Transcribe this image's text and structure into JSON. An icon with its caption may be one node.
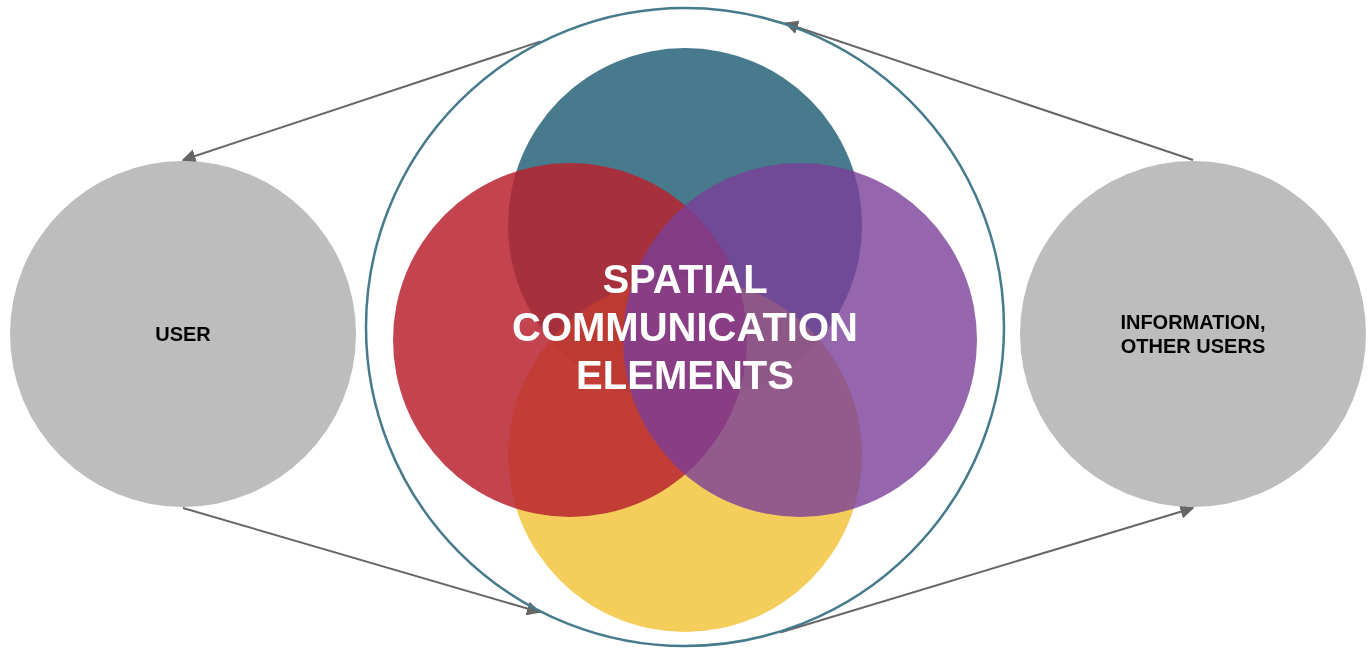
{
  "diagram": {
    "nodes": [
      {
        "text": [
          "USER"
        ]
      },
      {
        "text": [
          "SPATIAL COMMUNICATION ELEMENTS"
        ]
      },
      {
        "text": [
          "INFORMATION, OTHER USERS"
        ]
      }
    ],
    "edges": [
      {
        "from": 1,
        "to": 0,
        "arrow": "to"
      },
      {
        "from": 0,
        "to": 1,
        "arrow": "to"
      },
      {
        "from": 1,
        "to": 2,
        "arrow": "to"
      },
      {
        "from": 2,
        "to": 1,
        "arrow": "to"
      }
    ]
  }
}
